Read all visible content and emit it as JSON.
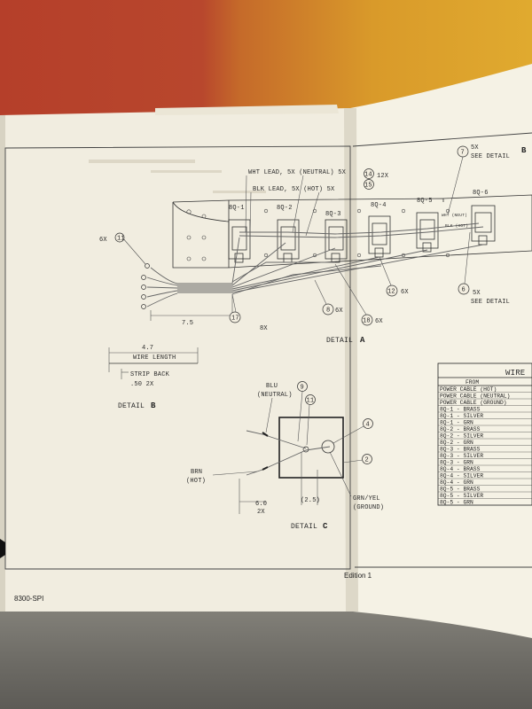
{
  "page": {
    "footer_left": "8300-SPI",
    "footer_center": "Edition 1"
  },
  "detail_a": {
    "title": "DETAIL",
    "letter": "A",
    "switch_labels": [
      "8Q-1",
      "8Q-2",
      "8Q-3",
      "8Q-4",
      "8Q-5",
      "8Q-6"
    ],
    "wht_lead": "WHT LEAD, 5X (NEUTRAL) 5X",
    "blk_lead": "BLK LEAD, 5X (HOT) 5X",
    "balloon_14": "14",
    "balloon_15": "15",
    "qty_12x": "12X",
    "balloon_7": "7",
    "see_detail_b_qty": "5X",
    "see_detail_b": "SEE DETAIL",
    "see_detail_b_letter": "B",
    "balloon_6": "6",
    "see_detail_c_qty": "5X",
    "see_detail_c": "SEE DETAIL",
    "qty_6x_left": "6X",
    "balloon_11": "11",
    "dim_7_5": "7.5",
    "balloon_17": "17",
    "qty_8x": "8X",
    "balloon_8": "8",
    "qty_6x_b8": "6X",
    "balloon_18": "18",
    "qty_6x_b18": "6X",
    "balloon_12": "12",
    "qty_6x_b12": "6X",
    "wht_tag": "WHT (NEUT)",
    "blk_tag": "BLK (HOT)"
  },
  "detail_b": {
    "title": "DETAIL",
    "letter": "B",
    "dim_length": "4.7",
    "wire_length": "WIRE LENGTH",
    "strip_back": "STRIP BACK",
    "strip_dim": ".50  2X"
  },
  "detail_c": {
    "title": "DETAIL",
    "letter": "C",
    "blu_label": "BLU",
    "blu_sub": "(NEUTRAL)",
    "brn_label": "BRN",
    "brn_sub": "(HOT)",
    "grn_label": "GRN/YEL",
    "grn_sub": "(GROUND)",
    "balloon_9": "9",
    "balloon_11": "11",
    "balloon_4": "4",
    "balloon_2": "2",
    "dim_6": "6.0",
    "dim_2x": "2X",
    "dim_2_5": "(2.5)"
  },
  "wire_table": {
    "title": "WIRE",
    "header_from": "FROM",
    "rows": [
      "POWER CABLE (HOT)",
      "POWER CABLE (NEUTRAL)",
      "POWER CABLE (GROUND)",
      "8Q-1 - BRASS",
      "8Q-1 - SILVER",
      "8Q-1 - GRN",
      "8Q-2 - BRASS",
      "8Q-2 - SILVER",
      "8Q-2 - GRN",
      "8Q-3 - BRASS",
      "8Q-3 - SILVER",
      "8Q-3 - GRN",
      "8Q-4 - BRASS",
      "8Q-4 - SILVER",
      "8Q-4 - GRN",
      "8Q-5 - BRASS",
      "8Q-5 - SILVER",
      "8Q-5 - GRN"
    ]
  },
  "colors": {
    "paper_left": "#f2eedf",
    "paper_right": "#f4f1e3",
    "wall_red": "#b53f2a",
    "wall_yellow": "#dfa92f",
    "table": "#77756e"
  }
}
